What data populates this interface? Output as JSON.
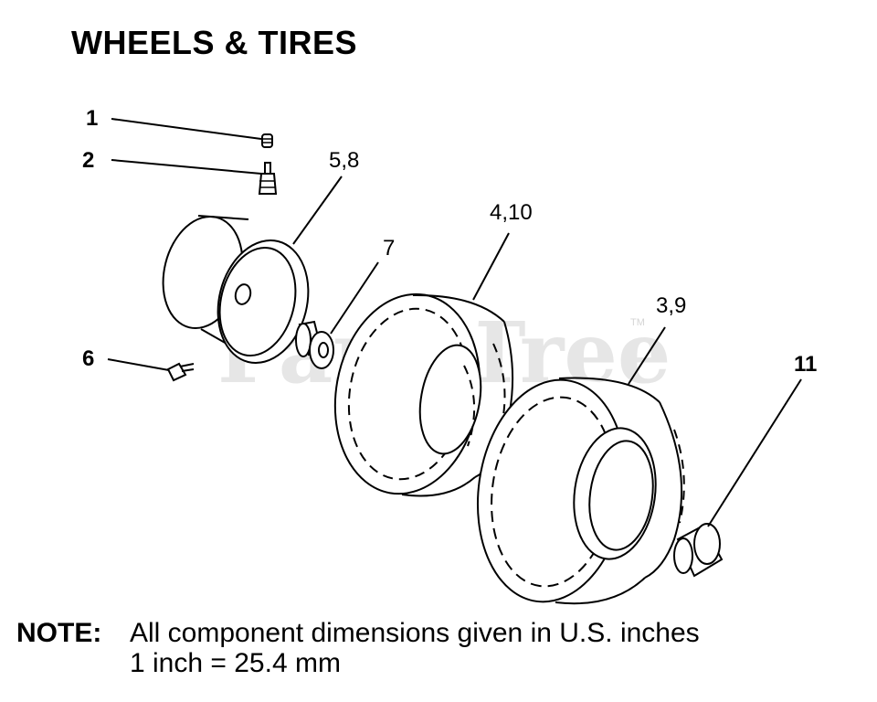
{
  "title": "WHEELS & TIRES",
  "watermark": {
    "text": "PartsTree",
    "trademark": "TM"
  },
  "callouts": {
    "item_1": "1",
    "item_2": "2",
    "item_5_8": "5,8",
    "item_7": "7",
    "item_4_10": "4,10",
    "item_3_9": "3,9",
    "item_6": "6",
    "item_11": "11"
  },
  "note": {
    "label": "NOTE:",
    "line1": "All component dimensions given in U.S. inches",
    "line2": "1 inch = 25.4 mm"
  },
  "colors": {
    "line": "#000000",
    "watermark": "#e2e2e2",
    "background": "#ffffff"
  }
}
